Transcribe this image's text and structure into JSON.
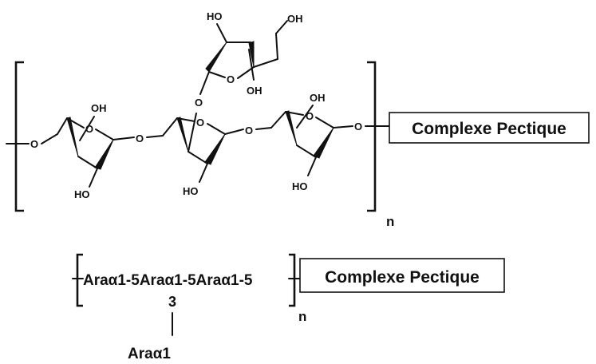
{
  "structure": {
    "hydroxyl": "HO",
    "hydroxyl_right": "OH",
    "ring_oxygen": "O",
    "linkage_oxygen": "O",
    "repeat_subscript": "n",
    "pectic_complex_label": "Complexe Pectique"
  },
  "formula": {
    "main_chain": "Araα1-5Araα1-5Araα1-5",
    "branch_position": "3",
    "branch_residue": "Araα1",
    "repeat_subscript": "n",
    "pectic_complex_label": "Complexe Pectique"
  }
}
